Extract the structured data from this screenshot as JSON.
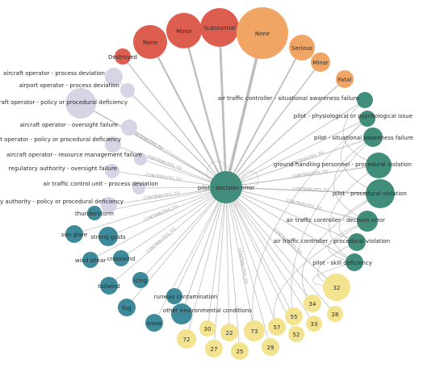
{
  "colors": {
    "red": "#dd5d4f",
    "orange": "#f1a565",
    "lavender": "#d5d2e5",
    "teal": "#3f8d7a",
    "teal_blue": "#3c8a9a",
    "yellow": "#f3e38e",
    "edge": "#a8a8a8",
    "background": "#ffffff"
  },
  "center": {
    "id": "center",
    "label": "pilot - decision error",
    "group": "teal"
  },
  "nodes": [
    {
      "id": "dmg-destroyed",
      "label": "Destroyed",
      "group": "red"
    },
    {
      "id": "dmg-none",
      "label": "None",
      "group": "red"
    },
    {
      "id": "dmg-minor",
      "label": "Minor",
      "group": "red"
    },
    {
      "id": "dmg-substantial",
      "label": "Substantial",
      "group": "red"
    },
    {
      "id": "inj-none",
      "label": "None",
      "group": "orange"
    },
    {
      "id": "inj-serious",
      "label": "Serious",
      "group": "orange"
    },
    {
      "id": "inj-minor",
      "label": "Minor",
      "group": "orange"
    },
    {
      "id": "inj-fatal",
      "label": "Fatal",
      "group": "orange"
    },
    {
      "id": "org-1",
      "label": "aircraft operator - process deviation",
      "group": "lavender"
    },
    {
      "id": "org-2",
      "label": "airport operator - process deviation",
      "group": "lavender"
    },
    {
      "id": "org-3",
      "label": "aircraft operator - policy or procedural deficiency",
      "group": "lavender"
    },
    {
      "id": "org-4",
      "label": "aircraft operator - oversight failure",
      "group": "lavender"
    },
    {
      "id": "org-5",
      "label": "airport operator - policy or procedural deficiency",
      "group": "lavender"
    },
    {
      "id": "org-6",
      "label": "aircraft operator - resource management failure",
      "group": "lavender"
    },
    {
      "id": "org-7",
      "label": "regulatory authority - oversight failure",
      "group": "lavender"
    },
    {
      "id": "org-8",
      "label": "air traffic control unit - process deviation",
      "group": "lavender"
    },
    {
      "id": "org-9",
      "label": "regulatory authority - policy or procedural deficiency",
      "group": "lavender"
    },
    {
      "id": "hum-1",
      "label": "air traffic controller - situational awareness failure",
      "group": "teal"
    },
    {
      "id": "hum-2",
      "label": "pilot - physiological or psychological issue",
      "group": "teal"
    },
    {
      "id": "hum-3",
      "label": "pilot - situational awareness failure",
      "group": "teal"
    },
    {
      "id": "hum-4",
      "label": "ground handling personnel - procedural violation",
      "group": "teal"
    },
    {
      "id": "hum-5",
      "label": "pilot - procedural violation",
      "group": "teal"
    },
    {
      "id": "hum-6",
      "label": "air traffic controller - decision error",
      "group": "teal"
    },
    {
      "id": "hum-7",
      "label": "air traffic controller - procedural violation",
      "group": "teal"
    },
    {
      "id": "hum-8",
      "label": "pilot - skill deficiency",
      "group": "teal"
    },
    {
      "id": "env-1",
      "label": "thunderstorm",
      "group": "teal_blue"
    },
    {
      "id": "env-2",
      "label": "sun glare",
      "group": "teal_blue"
    },
    {
      "id": "env-3",
      "label": "strong gusts",
      "group": "teal_blue"
    },
    {
      "id": "env-4",
      "label": "wind shear",
      "group": "teal_blue"
    },
    {
      "id": "env-5",
      "label": "crosswind",
      "group": "teal_blue"
    },
    {
      "id": "env-6",
      "label": "tailwind",
      "group": "teal_blue"
    },
    {
      "id": "env-7",
      "label": "icing",
      "group": "teal_blue"
    },
    {
      "id": "env-8",
      "label": "fog",
      "group": "teal_blue"
    },
    {
      "id": "env-9",
      "label": "runway contamination",
      "group": "teal_blue"
    },
    {
      "id": "env-10",
      "label": "snow",
      "group": "teal_blue"
    },
    {
      "id": "env-11",
      "label": "other environmental conditions",
      "group": "teal_blue"
    },
    {
      "id": "cat-32",
      "label": "32",
      "group": "yellow"
    },
    {
      "id": "cat-34",
      "label": "34",
      "group": "yellow"
    },
    {
      "id": "cat-28",
      "label": "28",
      "group": "yellow"
    },
    {
      "id": "cat-55",
      "label": "55",
      "group": "yellow"
    },
    {
      "id": "cat-33",
      "label": "33",
      "group": "yellow"
    },
    {
      "id": "cat-57",
      "label": "57",
      "group": "yellow"
    },
    {
      "id": "cat-52",
      "label": "52",
      "group": "yellow"
    },
    {
      "id": "cat-73",
      "label": "73",
      "group": "yellow"
    },
    {
      "id": "cat-29",
      "label": "29",
      "group": "yellow"
    },
    {
      "id": "cat-22",
      "label": "22",
      "group": "yellow"
    },
    {
      "id": "cat-25",
      "label": "25",
      "group": "yellow"
    },
    {
      "id": "cat-30",
      "label": "30",
      "group": "yellow"
    },
    {
      "id": "cat-27",
      "label": "27",
      "group": "yellow"
    },
    {
      "id": "cat-72",
      "label": "72",
      "group": "yellow"
    }
  ],
  "edge_label": "CONTRIBUTES_TO",
  "edge_labels_visible": [
    "CONTRIBUTES_TO",
    "CONTRIBUTES_TO",
    "CONTRIBUTES_TO",
    "CONTRIBUTES_TO",
    "CONTRIBUTES_TO",
    "CONTRIBUTES_TO",
    "CONTRIBUTES_TO",
    "CONTRIBUTES_TO",
    "CONTRIBUTES_TO",
    "CONTRIBUTES_TO",
    "CONTRIBUTES_TO",
    "CONTRIBUTES_TO"
  ]
}
